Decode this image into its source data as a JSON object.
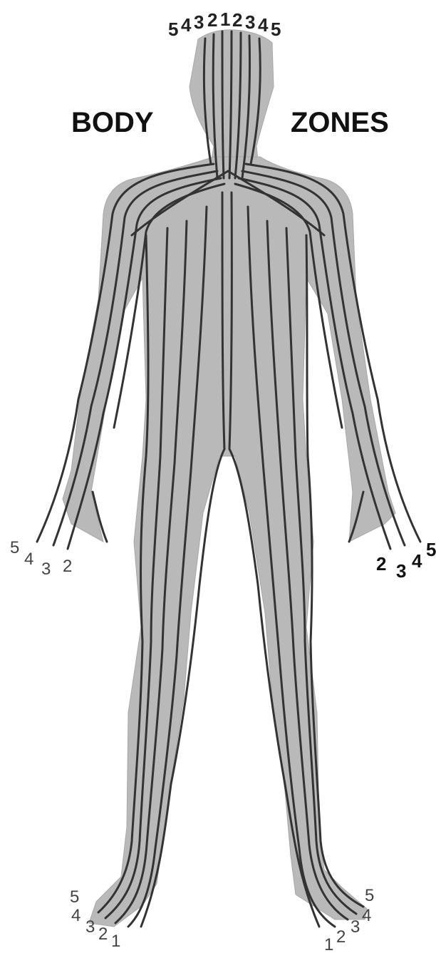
{
  "diagram": {
    "title_left": "BODY",
    "title_right": "ZONES",
    "colors": {
      "body": "#b9b9b9",
      "lines": "#333333",
      "text": "#111111"
    },
    "head_labels": [
      "5",
      "4",
      "3",
      "2",
      "1",
      "2",
      "3",
      "4",
      "5"
    ],
    "left_hand_labels": [
      "5",
      "4",
      "3",
      "2"
    ],
    "right_hand_labels": [
      "2",
      "3",
      "4",
      "5"
    ],
    "left_foot_labels": [
      "5",
      "4",
      "3",
      "2",
      "1"
    ],
    "right_foot_labels": [
      "1",
      "2",
      "3",
      "4",
      "5"
    ]
  }
}
